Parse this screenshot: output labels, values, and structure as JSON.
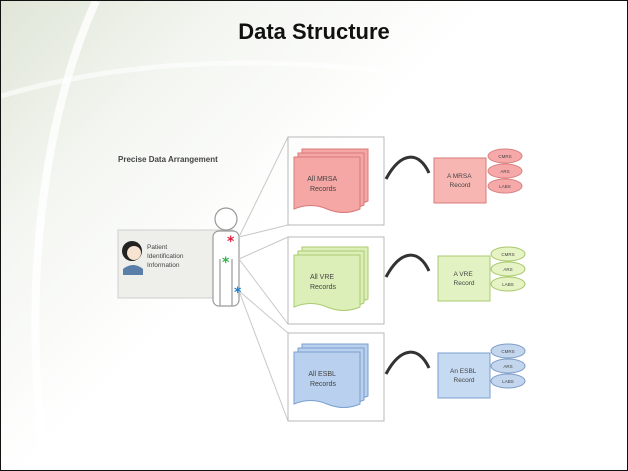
{
  "slide": {
    "title": "Data Structure",
    "subtitle": "Precise Data Arrangement"
  },
  "patient": {
    "label_lines": [
      "Patient",
      "Identification",
      "Information"
    ]
  },
  "rows": [
    {
      "stack_lines": [
        "All MRSA",
        "Records"
      ],
      "record_lines": [
        "A MRSA",
        "Record"
      ],
      "sub_items": [
        "CMRS",
        "ARS",
        "LABS"
      ],
      "stack_fill": "#f4a7a4",
      "stack_stroke": "#d9797a",
      "record_fill": "#f8b6b3",
      "oval_fill": "#f7a9a9",
      "oval_stroke": "#d88383",
      "marker_color": "#e02040"
    },
    {
      "stack_lines": [
        "All VRE",
        "Records"
      ],
      "record_lines": [
        "A VRE",
        "Record"
      ],
      "sub_items": [
        "CMRS",
        "ARS",
        "LABS"
      ],
      "stack_fill": "#dcefb8",
      "stack_stroke": "#aacb72",
      "record_fill": "#e3f2c2",
      "oval_fill": "#e6f3c5",
      "oval_stroke": "#a8c86c",
      "marker_color": "#2fb34a"
    },
    {
      "stack_lines": [
        "All ESBL",
        "Records"
      ],
      "record_lines": [
        "An ESBL",
        "Record"
      ],
      "sub_items": [
        "CMRS",
        "ARS",
        "LABS"
      ],
      "stack_fill": "#b9d1ee",
      "stack_stroke": "#7a9fcf",
      "record_fill": "#c6daf2",
      "oval_fill": "#c3d6ee",
      "oval_stroke": "#7d9cc8",
      "marker_color": "#1a7fd4"
    }
  ]
}
